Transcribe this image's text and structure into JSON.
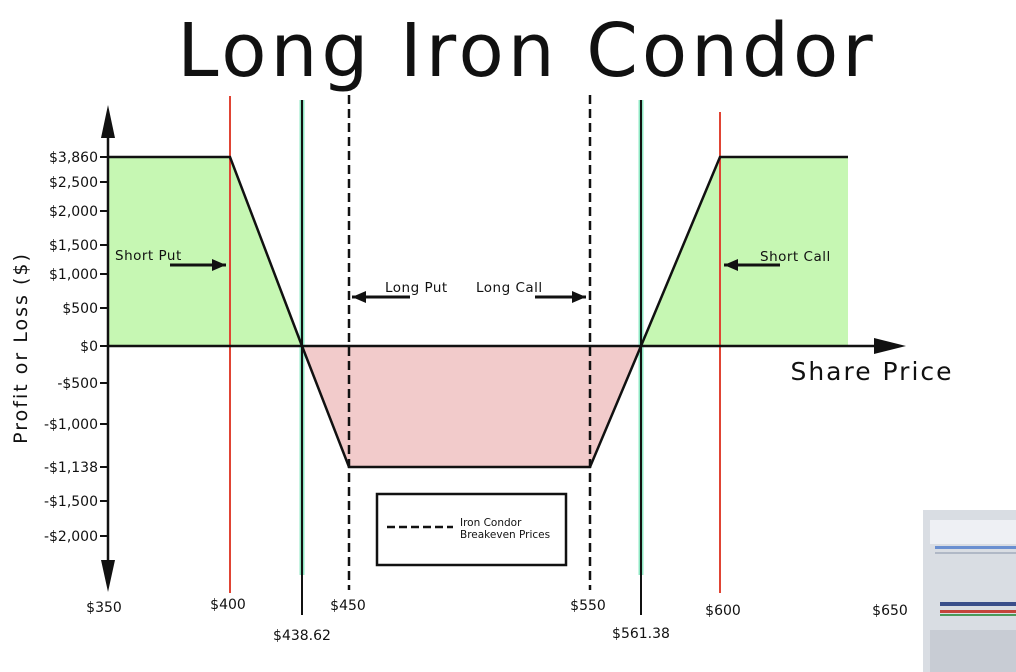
{
  "chart_data": {
    "type": "line",
    "title": "Long Iron Condor",
    "xlabel": "Share Price",
    "ylabel": "Profit or Loss ($)",
    "x_tick_labels": [
      {
        "value": 350,
        "label": "$350"
      },
      {
        "value": 400,
        "label": "$400"
      },
      {
        "value": 438.62,
        "label": "$438.62"
      },
      {
        "value": 450,
        "label": "$450"
      },
      {
        "value": 550,
        "label": "$550"
      },
      {
        "value": 561.38,
        "label": "$561.38"
      },
      {
        "value": 600,
        "label": "$600"
      },
      {
        "value": 650,
        "label": "$650"
      }
    ],
    "y_tick_labels": [
      {
        "label": "$3,860"
      },
      {
        "label": "$2,500"
      },
      {
        "label": "$2,000"
      },
      {
        "label": "$1,500"
      },
      {
        "label": "$1,000"
      },
      {
        "label": "$500"
      },
      {
        "label": "$0"
      },
      {
        "label": "-$500"
      },
      {
        "label": "-$1,000"
      },
      {
        "label": "-$1,138"
      },
      {
        "label": "-$1,500"
      },
      {
        "label": "-$2,000"
      }
    ],
    "series": [
      {
        "x": [
          350,
          400,
          438.62,
          450,
          550,
          561.38,
          600,
          650
        ],
        "y": [
          3860,
          3860,
          0,
          -1138,
          -1138,
          0,
          3860,
          3860
        ]
      }
    ],
    "vertical_lines": [
      {
        "x": 400,
        "style": "solid",
        "color": "#e04434",
        "label": "Short Put"
      },
      {
        "x": 438.62,
        "style": "breakeven",
        "color": "#8fe8c4"
      },
      {
        "x": 450,
        "style": "dashed",
        "color": "#111111",
        "label": "Long Put"
      },
      {
        "x": 550,
        "style": "dashed",
        "color": "#111111",
        "label": "Long Call"
      },
      {
        "x": 561.38,
        "style": "breakeven",
        "color": "#8fe8c4"
      },
      {
        "x": 600,
        "style": "solid",
        "color": "#e04434",
        "label": "Short Call"
      }
    ],
    "legend": {
      "text_line1": "Iron Condor",
      "text_line2": "Breakeven Prices",
      "placement": "bottom-center"
    },
    "colors": {
      "profit_fill": "#c6f7b3",
      "loss_fill": "#f2cbcb",
      "strike_line": "#e04434",
      "breakeven_line": "#8fe8c4",
      "axis": "#111111"
    }
  }
}
